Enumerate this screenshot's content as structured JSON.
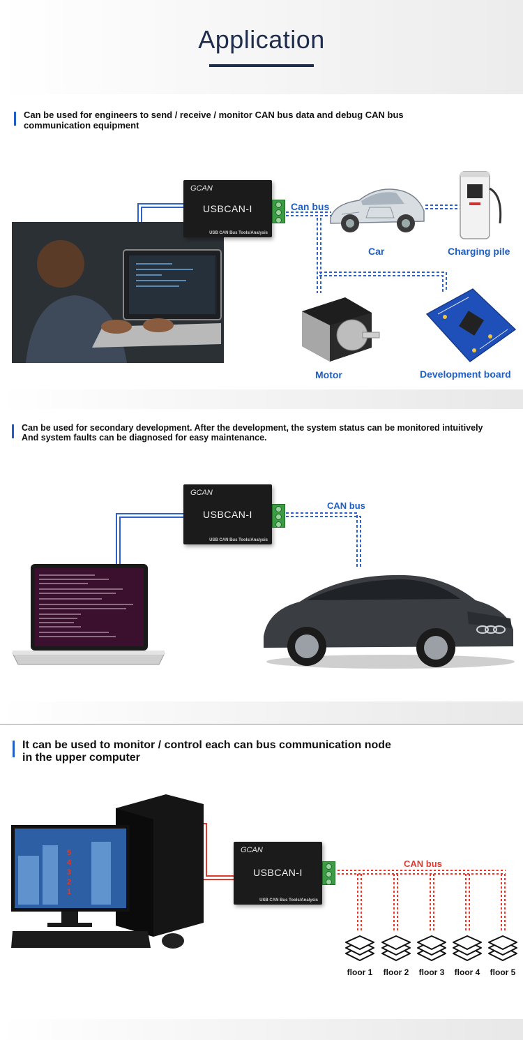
{
  "header": {
    "title": "Application"
  },
  "section1": {
    "heading": [
      "Can be used for engineers to send / receive / monitor CAN bus data and debug CAN bus",
      "communication equipment"
    ],
    "device": {
      "brand": "GCAN",
      "model": "USBCAN-I",
      "sub": "USB CAN Bus Tools/Analysis"
    },
    "labels": {
      "bus": "Can bus",
      "car": "Car",
      "charging": "Charging pile",
      "motor": "Motor",
      "devboard": "Development board"
    }
  },
  "section2": {
    "heading": [
      "Can be used for secondary development. After the development, the system status can be monitored intuitively",
      "And system faults can be diagnosed for easy maintenance."
    ],
    "device": {
      "brand": "GCAN",
      "model": "USBCAN-I",
      "sub": "USB CAN Bus Tools/Analysis"
    },
    "labels": {
      "bus": "CAN bus"
    }
  },
  "section3": {
    "heading": [
      "It can be used to monitor / control each can bus communication node",
      "in the upper computer"
    ],
    "device": {
      "brand": "GCAN",
      "model": "USBCAN-I",
      "sub": "USB CAN Bus Tools/Analysis"
    },
    "labels": {
      "bus": "CAN bus"
    },
    "floors": [
      "floor 1",
      "floor 2",
      "floor 3",
      "floor 4",
      "floor 5"
    ],
    "monitor_numbers": [
      "5",
      "4",
      "3",
      "2",
      "1"
    ]
  },
  "colors": {
    "accent_blue": "#1f5fc2",
    "bus_red": "#e03a2f",
    "title_navy": "#1f2d4d"
  }
}
